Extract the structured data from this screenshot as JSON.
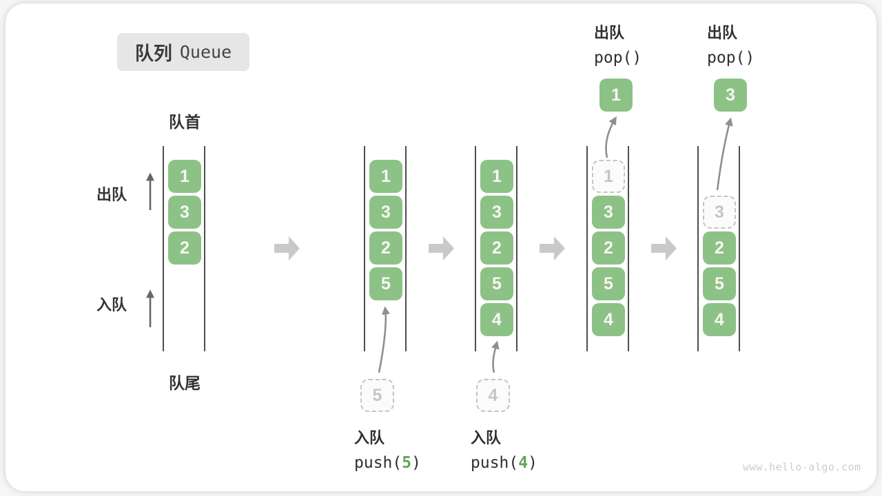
{
  "title": {
    "zh": "队列",
    "en": "Queue"
  },
  "labels": {
    "front": "队首",
    "rear": "队尾",
    "dequeue": "出队",
    "enqueue": "入队"
  },
  "states": [
    {
      "cells": [
        "1",
        "3",
        "2"
      ]
    },
    {
      "cells": [
        "1",
        "3",
        "2",
        "5"
      ],
      "ghost": "5"
    },
    {
      "cells": [
        "1",
        "3",
        "2",
        "5",
        "4"
      ],
      "ghost": "4"
    },
    {
      "cells": [
        "3",
        "2",
        "5",
        "4"
      ],
      "ghost": "1",
      "popped": "1"
    },
    {
      "cells": [
        "2",
        "5",
        "4"
      ],
      "ghost": "3",
      "popped": "3"
    }
  ],
  "operations": {
    "push5": {
      "label": "入队",
      "fn": "push(",
      "arg": "5",
      "close": ")"
    },
    "push4": {
      "label": "入队",
      "fn": "push(",
      "arg": "4",
      "close": ")"
    },
    "pop1": {
      "label": "出队",
      "fn": "pop()"
    },
    "pop2": {
      "label": "出队",
      "fn": "pop()"
    }
  },
  "watermark": "www.hello-algo.com",
  "colors": {
    "cell_green": "#8dc286",
    "accent_green": "#5fa854",
    "container_line": "#4d4d4d",
    "ghost_border": "#c3c3c3",
    "block_arrow": "#c9c9c9",
    "title_bg": "#e6e6e6",
    "text_dark": "#2f2f2f",
    "watermark_gray": "#cdcdcd"
  }
}
